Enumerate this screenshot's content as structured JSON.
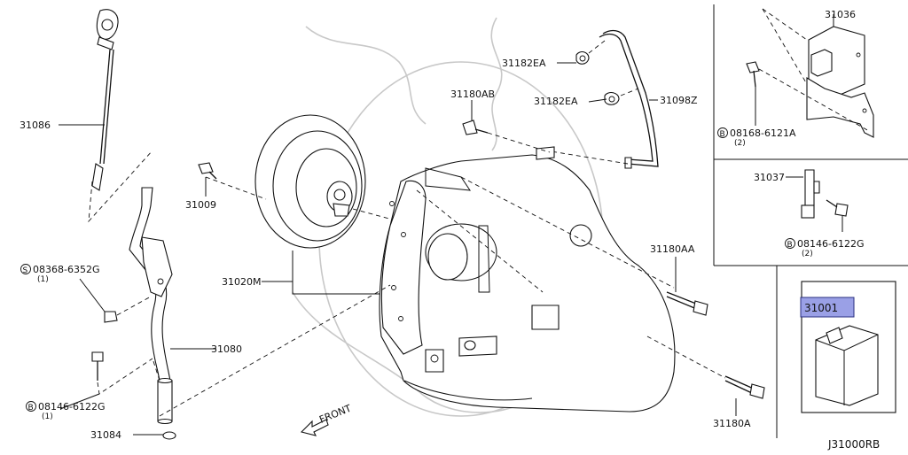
{
  "diagram_id": "J31000RB",
  "front_label": "FRONT",
  "parts": {
    "p31086": "31086",
    "p31009": "31009",
    "p31020M": "31020M",
    "p08368": "08368-6352G",
    "p08368_qty": "(1)",
    "p08368_prefix": "S",
    "p31080": "31080",
    "p08146a": "08146-6122G",
    "p08146a_qty": "(1)",
    "p08146a_prefix": "B",
    "p31084": "31084",
    "p31182EA_1": "31182EA",
    "p31182EA_2": "31182EA",
    "p31180AB": "31180AB",
    "p31098Z": "31098Z",
    "p31180AA": "31180AA",
    "p31180A": "31180A",
    "p31036": "31036",
    "p08168": "08168-6121A",
    "p08168_qty": "(2)",
    "p08168_prefix": "B",
    "p31037": "31037",
    "p08146b": "08146-6122G",
    "p08146b_qty": "(2)",
    "p08146b_prefix": "B",
    "p31001": "31001"
  }
}
